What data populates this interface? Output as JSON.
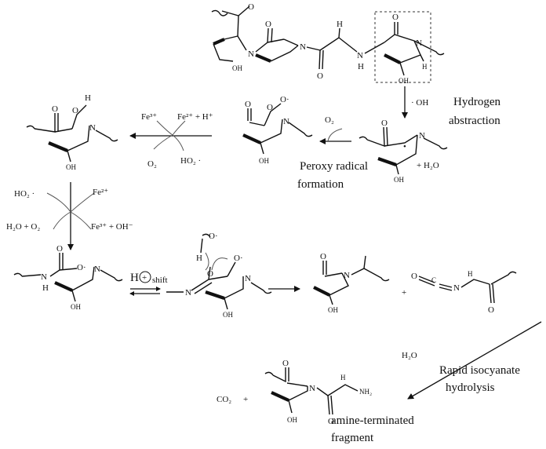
{
  "labels": {
    "hydrogen_abstraction": [
      "Hydrogen",
      "abstraction"
    ],
    "peroxy_radical": [
      "Peroxy radical",
      "formation"
    ],
    "isocyanate": [
      "Rapid isocyanate",
      "hydrolysis"
    ],
    "amine": [
      "amine-terminated",
      "fragment"
    ]
  },
  "reagents": {
    "oh": "· OH",
    "o2": "O₂",
    "h2o_plus": "+   H₂O",
    "fe3_top": "Fe³⁺",
    "fe2_h": "Fe²⁺  +  H⁺",
    "o2_left": "O₂",
    "ho2_top": "HO₂ ·",
    "ho2_left": "HO₂ ·",
    "fe2_left": "Fe²⁺",
    "h2o_o2": "H₂O + O₂",
    "fe3_oh": "Fe³⁺  +  OH⁻",
    "h_shift_h": "H",
    "h_shift_shift": "shift",
    "h2o_bottom": "H₂O",
    "co2": "CO₂",
    "plus": "+"
  },
  "atoms": {
    "O": "O",
    "N": "N",
    "H": "H",
    "OH": "OH",
    "NH": "N",
    "NH2": "NH₂",
    "Odot": "O·",
    "dot": "•"
  }
}
